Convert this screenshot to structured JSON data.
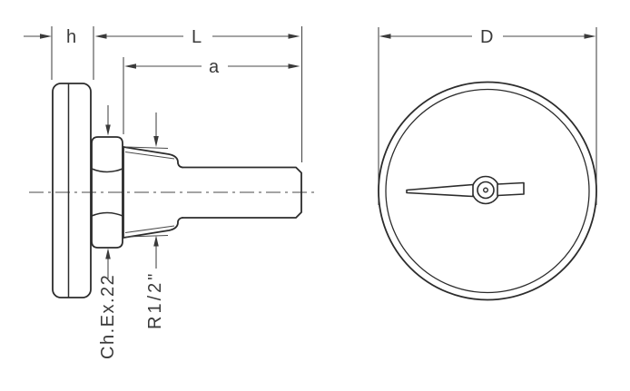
{
  "drawing": {
    "type": "technical-drawing",
    "colors": {
      "background": "#ffffff",
      "outline": "#2c2c2c",
      "thin_line": "#4a4a4a",
      "text": "#3a3a3a"
    },
    "side_view": {
      "dimensions": {
        "h": "h",
        "L": "L",
        "a": "a"
      },
      "callouts": {
        "hex_wrench": "Ch.Ex.22",
        "thread": "R1/2\""
      }
    },
    "front_view": {
      "dimensions": {
        "D": "D"
      }
    }
  }
}
